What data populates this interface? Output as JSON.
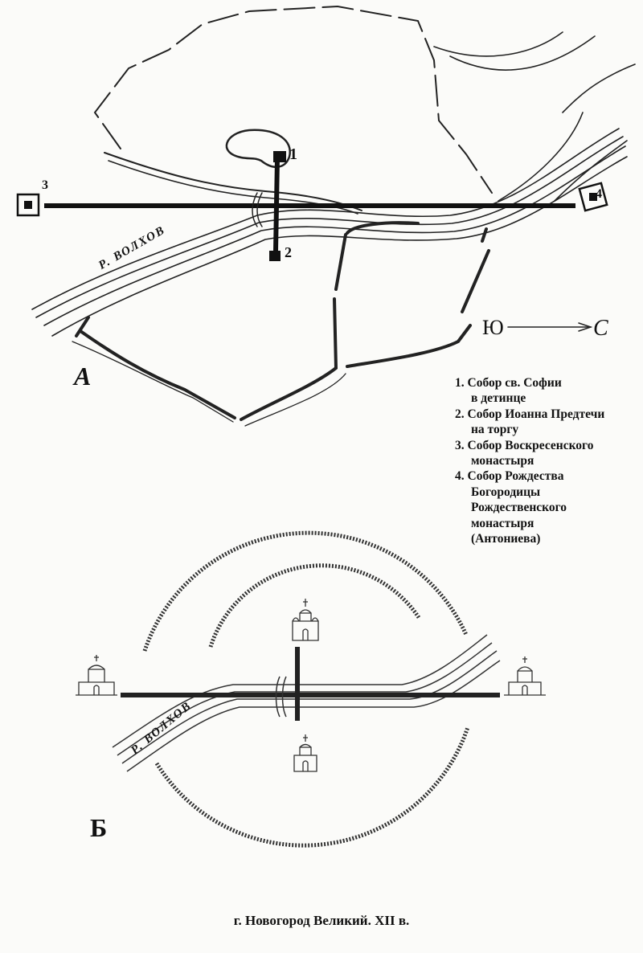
{
  "map_a": {
    "panel_label": "А",
    "river_label": "Р. ВОЛХОВ",
    "markers": [
      "1",
      "2",
      "3",
      "4"
    ],
    "compass": {
      "south": "Ю",
      "north": "С"
    }
  },
  "legend": [
    {
      "lines": [
        "1. Собор св. Софии",
        "в детинце"
      ]
    },
    {
      "lines": [
        "2. Собор Иоанна Предтечи",
        "на торгу"
      ]
    },
    {
      "lines": [
        "3. Собор Воскресенского",
        "монастыря"
      ]
    },
    {
      "lines": [
        "4. Собор Рождества",
        "Богородицы",
        "Рождественского",
        "монастыря",
        "(Антониева)"
      ]
    }
  ],
  "map_b": {
    "panel_label": "Б",
    "river_label": "Р. ВОЛХОВ"
  },
  "caption": "г. Новогород Великий. XII в."
}
